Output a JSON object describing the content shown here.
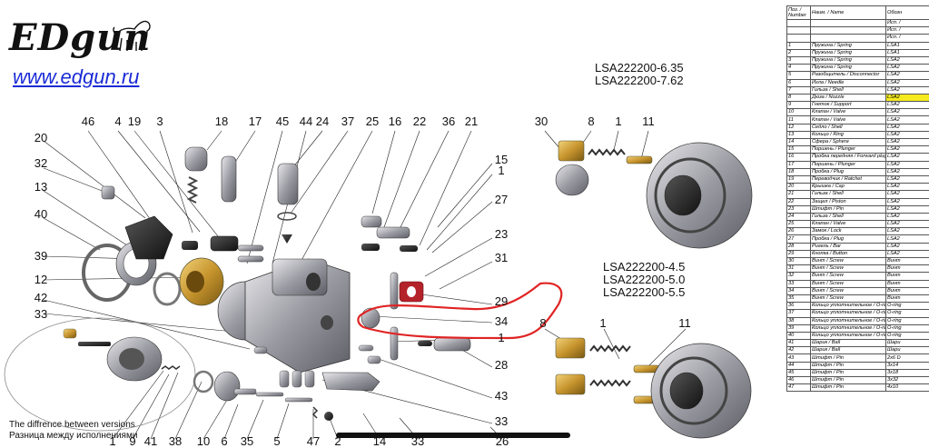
{
  "brand": {
    "name": "EDgun",
    "url": "www.edgun.ru"
  },
  "models": {
    "top": [
      "LSA222200-6.35",
      "LSA222200-7.62"
    ],
    "bottom": [
      "LSA222200-4.5",
      "LSA222200-5.0",
      "LSA222200-5.5"
    ]
  },
  "notes": [
    "The diffrence between versions",
    "Разница между исполнениями"
  ],
  "callouts": {
    "top_row": [
      "46",
      "4",
      "19",
      "3",
      "18",
      "17",
      "45",
      "44",
      "24",
      "37",
      "25",
      "16",
      "22",
      "36",
      "21"
    ],
    "left_col": [
      "20",
      "32",
      "13",
      "40",
      "39",
      "12",
      "42",
      "33"
    ],
    "right_col": [
      "15",
      "1",
      "27",
      "23",
      "31",
      "29",
      "34",
      "1",
      "28",
      "43",
      "33"
    ],
    "bottom_row": [
      "1",
      "9",
      "41",
      "38",
      "10",
      "6",
      "35",
      "5",
      "47",
      "2",
      "14",
      "33",
      "26"
    ],
    "top_inset": [
      "30",
      "8",
      "1",
      "11"
    ],
    "bottom_inset": [
      "8",
      "1",
      "11"
    ]
  },
  "parts_table": {
    "headers": [
      "Поз. / Number",
      "Наим. / Name",
      "Обозн"
    ],
    "rows": [
      [
        "",
        "",
        "Исп. /"
      ],
      [
        "",
        "",
        "Исп. /"
      ],
      [
        "",
        "",
        "Исп. /"
      ],
      [
        "1",
        "Пружина / Spring",
        "LSA1"
      ],
      [
        "2",
        "Пружина / Spring",
        "LSA1"
      ],
      [
        "3",
        "Пружина / Spring",
        "LSA2"
      ],
      [
        "4",
        "Пружина / Spring",
        "LSA2"
      ],
      [
        "5",
        "Разобщитель / Disconnector",
        "LSA2"
      ],
      [
        "6",
        "Игла / Needle",
        "LSA2"
      ],
      [
        "7",
        "Гильза / Shell",
        "LSA2"
      ],
      [
        "8",
        "Дюза / Nozzle",
        "LSA2"
      ],
      [
        "9",
        "Гнеток / Support",
        "LSA2"
      ],
      [
        "10",
        "Клапан / Valve",
        "LSA2"
      ],
      [
        "11",
        "Клапан / Valve",
        "LSA2"
      ],
      [
        "12",
        "Седло / Shell",
        "LSA2"
      ],
      [
        "13",
        "Кольцо / Ring",
        "LSA2"
      ],
      [
        "14",
        "Сфера / Sphere",
        "LSA2"
      ],
      [
        "15",
        "Поршень / Plunger",
        "LSA2"
      ],
      [
        "16",
        "Пробка передняя / Forward plug",
        "LSA2"
      ],
      [
        "17",
        "Поршень / Plunger",
        "LSA2"
      ],
      [
        "18",
        "Пробка / Plug",
        "LSA2"
      ],
      [
        "19",
        "Переводчик / Ratchet",
        "LSA2"
      ],
      [
        "20",
        "Крышка / Cap",
        "LSA2"
      ],
      [
        "21",
        "Гильза / Shell",
        "LSA2"
      ],
      [
        "22",
        "Защел / Piston",
        "LSA2"
      ],
      [
        "23",
        "Штифт / Pin",
        "LSA2"
      ],
      [
        "24",
        "Гильза / Shell",
        "LSA2"
      ],
      [
        "25",
        "Клапан / Valve",
        "LSA2"
      ],
      [
        "26",
        "Замок / Lock",
        "LSA2"
      ],
      [
        "27",
        "Пробка / Plug",
        "LSA2"
      ],
      [
        "28",
        "Ригель / Bar",
        "LSA2"
      ],
      [
        "29",
        "Кнопка / Button",
        "LSA2"
      ],
      [
        "30",
        "Винт / Screw",
        "Винт"
      ],
      [
        "31",
        "Винт / Screw",
        "Винт"
      ],
      [
        "32",
        "Винт / Screw",
        "Винт"
      ],
      [
        "33",
        "Винт / Screw",
        "Винт"
      ],
      [
        "34",
        "Винт / Screw",
        "Винт"
      ],
      [
        "35",
        "Винт / Screw",
        "Винт"
      ],
      [
        "36",
        "Кольцо уплотнительное / O-ring",
        "O-ring"
      ],
      [
        "37",
        "Кольцо уплотнительное / O-ring",
        "O-ring"
      ],
      [
        "38",
        "Кольцо уплотнительное / O-ring",
        "O-ring"
      ],
      [
        "39",
        "Кольцо уплотнительное / O-ring",
        "O-ring"
      ],
      [
        "40",
        "Кольцо уплотнительное / O-ring",
        "O-ring"
      ],
      [
        "41",
        "Шарик / Ball",
        "Шари"
      ],
      [
        "42",
        "Шарик / Ball",
        "Шари"
      ],
      [
        "43",
        "Штифт / Pin",
        "2x6 D"
      ],
      [
        "44",
        "Штифт / Pin",
        "3x14"
      ],
      [
        "45",
        "Штифт / Pin",
        "3x18"
      ],
      [
        "46",
        "Штифт / Pin",
        "3x32"
      ],
      [
        "47",
        "Штифт / Pin",
        "4x10"
      ]
    ],
    "highlight_row": "8",
    "highlight_color": "#f5ea1e"
  }
}
